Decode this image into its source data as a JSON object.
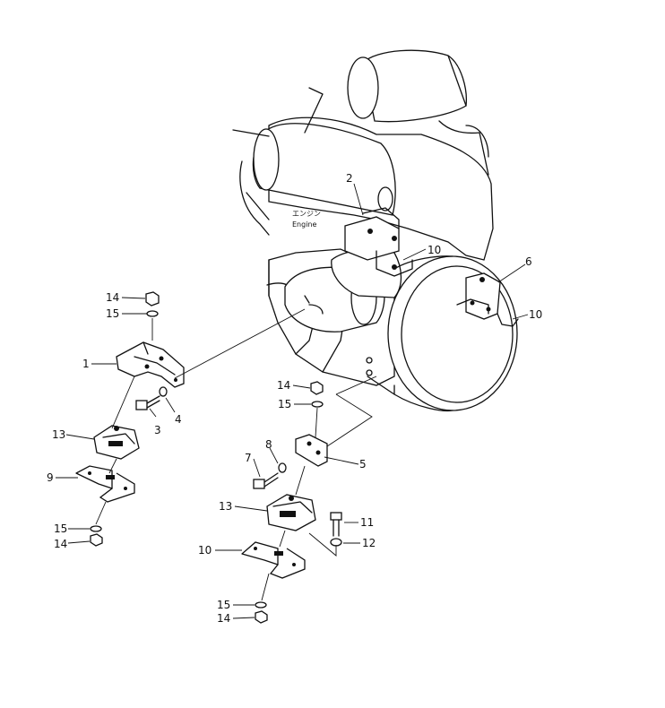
{
  "engine_label": {
    "ja": "エンジン",
    "en": "Engine"
  },
  "callouts": {
    "c1": "1",
    "c2": "2",
    "c3": "3",
    "c4": "4",
    "c5": "5",
    "c6": "6",
    "c7": "7",
    "c8": "8",
    "c9": "9",
    "c10a": "10",
    "c10b": "10",
    "c10c": "10",
    "c11": "11",
    "c12": "12",
    "c13a": "13",
    "c13b": "13",
    "c14a": "14",
    "c14b": "14",
    "c14c": "14",
    "c14d": "14",
    "c15a": "15",
    "c15b": "15",
    "c15c": "15",
    "c15d": "15"
  }
}
